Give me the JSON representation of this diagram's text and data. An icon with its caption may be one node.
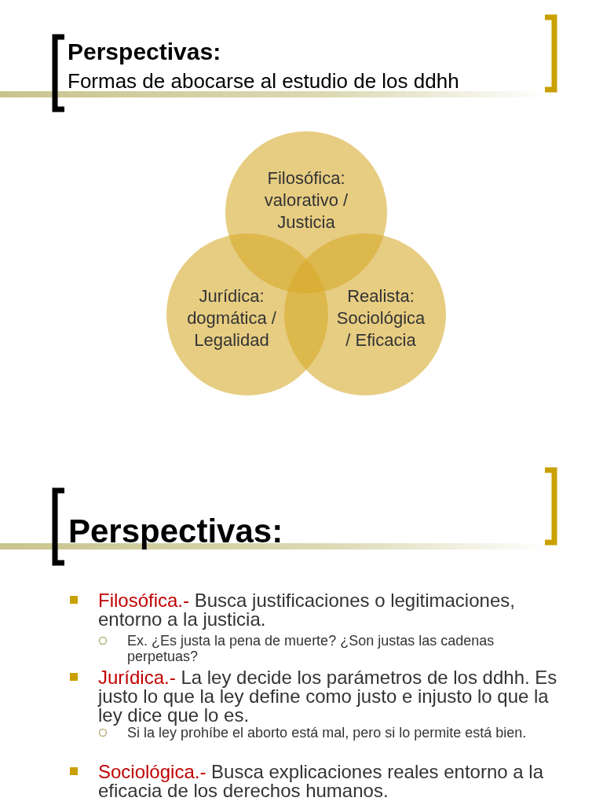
{
  "diagram": {
    "title": "Perspectivas:",
    "nodes": [
      {
        "text": [
          "Filosófica: valorativo / Justicia"
        ]
      },
      {
        "text": [
          "Jurídica: dogmática / Legalidad"
        ]
      },
      {
        "text": [
          "Realista: Sociológica / Eficacia"
        ]
      }
    ],
    "edges": [],
    "labels": [
      "Formas de abocarse al estudio de los ddhh",
      "Perspectivas:",
      "Filosófica.-",
      "Busca justificaciones o legitimaciones, entorno a la justicia.",
      "Ex. ¿Es justa la pena de muerte? ¿Son justas las cadenas perpetuas?",
      "Jurídica.-",
      "La ley decide los parámetros de los ddhh. Es justo lo que la ley define como justo e injusto lo que la ley dice que lo es.",
      "Si la ley prohíbe el aborto está mal, pero si lo permite está bien.",
      "Sociológica.-",
      "Busca explicaciones reales entorno a la eficacia de los derechos humanos."
    ]
  }
}
